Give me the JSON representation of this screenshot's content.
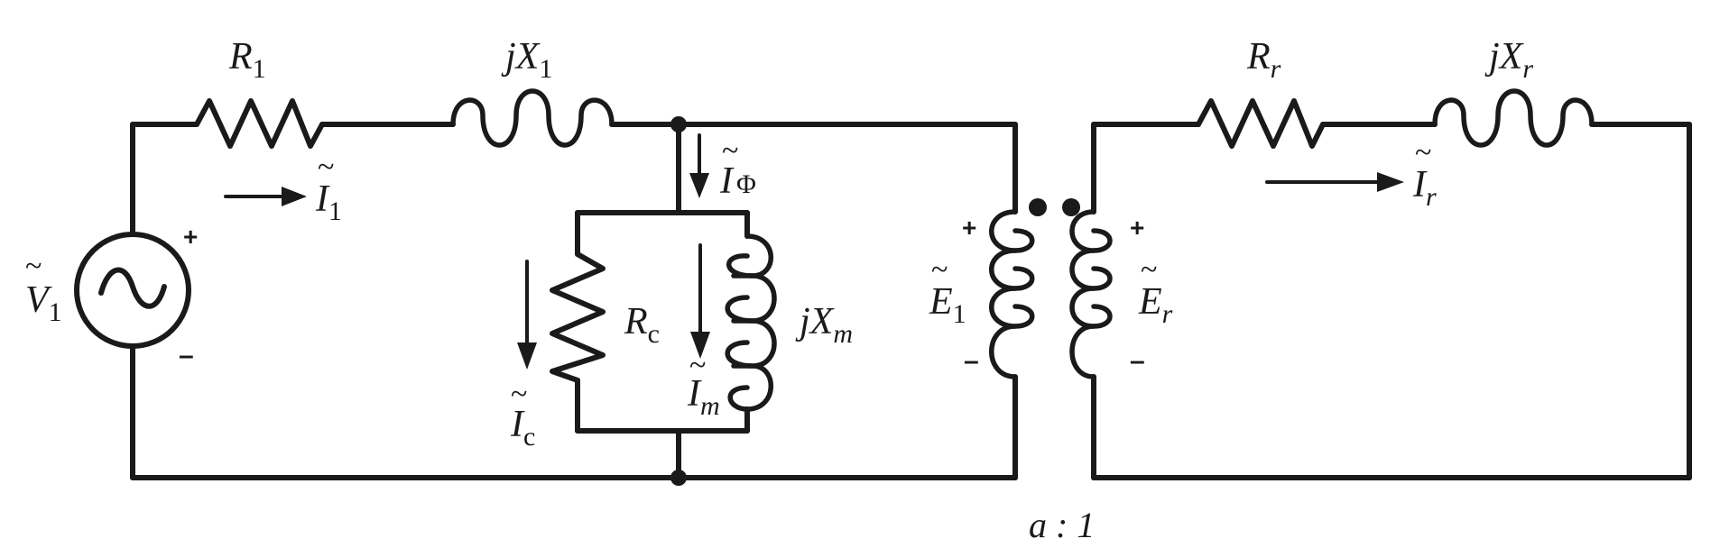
{
  "labels": {
    "r1_main": "R",
    "r1_sub": "1",
    "jx1_main": "jX",
    "jx1_sub": "1",
    "rr_main": "R",
    "rr_sub": "r",
    "jxr_main": "jX",
    "jxr_sub": "r",
    "i1_main": "I",
    "i1_sub": "1",
    "iphi_main": "I",
    "iphi_sub": "Φ",
    "ir_main": "I",
    "ir_sub": "r",
    "v1_main": "V",
    "v1_sub": "1",
    "rc_main": "R",
    "rc_sub": "c",
    "jxm_main": "jX",
    "jxm_sub": "m",
    "im_main": "I",
    "im_sub": "m",
    "ic_main": "I",
    "ic_sub": "c",
    "e1_main": "E",
    "e1_sub": "1",
    "er_main": "E",
    "er_sub": "r",
    "turns_ratio": "a : 1",
    "plus": "+",
    "minus": "–",
    "tilde": "~"
  },
  "colors": {
    "ink": "#1a1a1a",
    "background": "#ffffff"
  }
}
